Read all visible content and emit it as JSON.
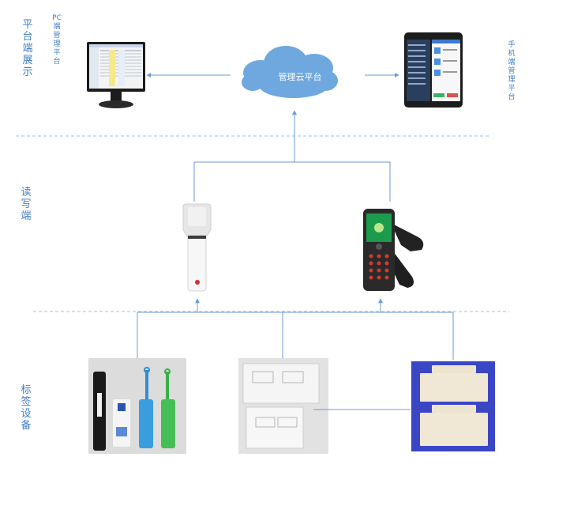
{
  "sections": {
    "platform": "平台端展示",
    "reader": "读写端",
    "tags": "标签设备"
  },
  "pc_label": "PC端管理平台",
  "mobile_label": "手机端管理平台",
  "cloud_label": "管理云平台",
  "colors": {
    "accent_text": "#3f7fc4",
    "connector": "#6b9bd6",
    "divider": "#9ec0e8",
    "cloud": "#6fa8de"
  }
}
